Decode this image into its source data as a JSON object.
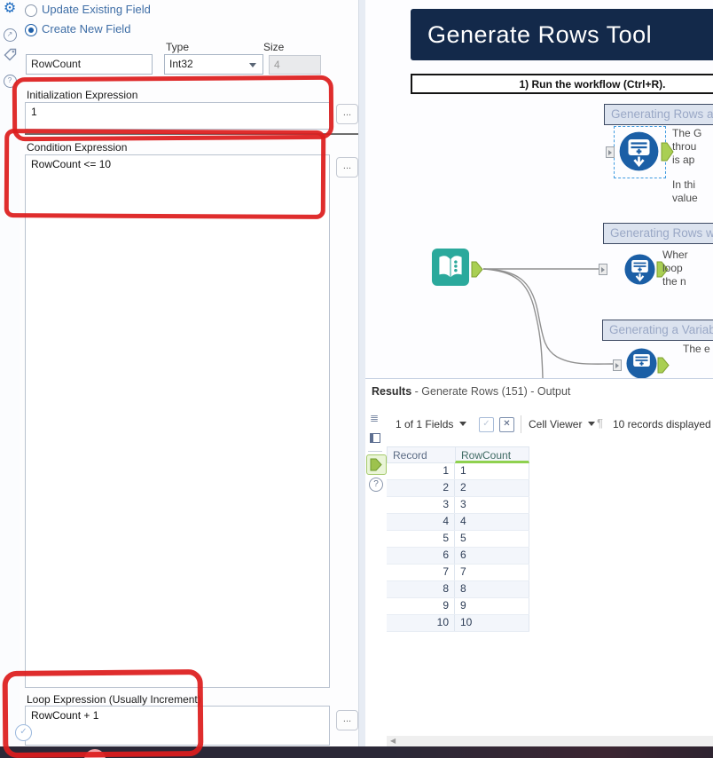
{
  "config": {
    "radios": [
      {
        "label": "Update Existing Field",
        "selected": false
      },
      {
        "label": "Create New Field",
        "selected": true
      }
    ],
    "field_name_value": "RowCount",
    "type_label": "Type",
    "type_value": "Int32",
    "size_label": "Size",
    "size_value": "4",
    "init_label": "Initialization Expression",
    "init_value": "1",
    "condition_label": "Condition Expression",
    "condition_value": "RowCount <= 10",
    "loop_label": "Loop Expression (Usually Increment)",
    "loop_value": "RowCount + 1",
    "ellipsis_button": "..."
  },
  "canvas": {
    "banner": "Generate Rows Tool",
    "instruction": "1) Run the workflow (Ctrl+R).",
    "containers": [
      {
        "title": "Generating Rows as",
        "notes": [
          "The G",
          "throu",
          "is ap"
        ],
        "notes2": [
          "In thi",
          "value"
        ]
      },
      {
        "title": "Generating Rows wit",
        "notes": [
          "Wher",
          "loop",
          "the n"
        ],
        "notes2": []
      },
      {
        "title": "Generating a Variabl",
        "notes": [
          "The e"
        ],
        "notes2": []
      }
    ]
  },
  "results": {
    "title_bold": "Results",
    "title_rest": " - Generate Rows (151) - Output",
    "fields_dropdown": "1 of 1 Fields",
    "cell_viewer_dropdown": "Cell Viewer",
    "records_info": "10 records displayed",
    "table": {
      "columns": [
        "Record",
        "RowCount"
      ],
      "rows": [
        [
          1,
          1
        ],
        [
          2,
          2
        ],
        [
          3,
          3
        ],
        [
          4,
          4
        ],
        [
          5,
          5
        ],
        [
          6,
          6
        ],
        [
          7,
          7
        ],
        [
          8,
          8
        ],
        [
          9,
          9
        ],
        [
          10,
          10
        ]
      ]
    }
  },
  "colors": {
    "tool_blue": "#1b5fa6",
    "text_input_teal": "#2ba99c",
    "anchor_green": "#a9cf53",
    "banner_navy": "#13294a",
    "annotation_red": "#dd1d1d",
    "sorted_column_green": "#8fd14f",
    "taskbar": "#2b2837"
  }
}
